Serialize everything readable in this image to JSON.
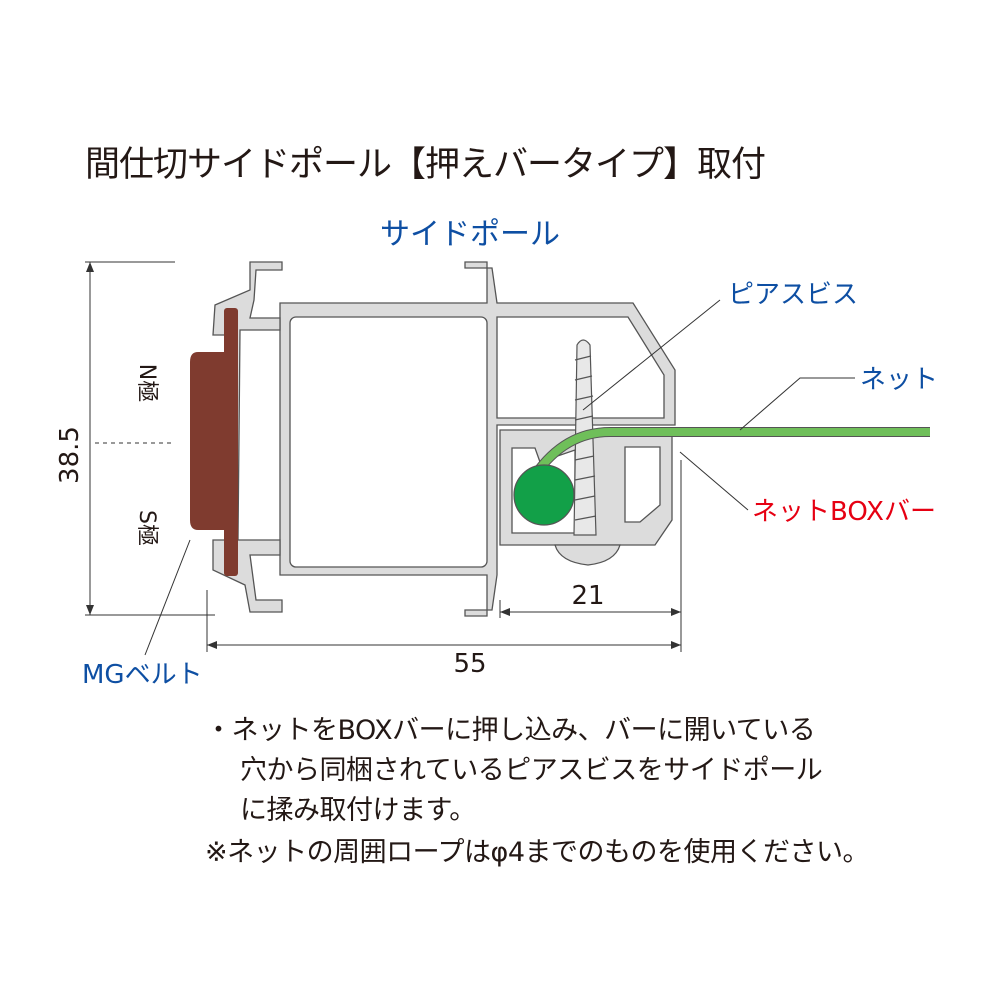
{
  "title": "間仕切サイドポール【押えバータイプ】取付",
  "labels": {
    "side_pole": "サイドポール",
    "pierce_screw": "ピアスビス",
    "net": "ネット",
    "net_box_bar": "ネットBOXバー",
    "mg_belt": "MGベルト",
    "n_pole": "N極",
    "s_pole": "S極"
  },
  "dimensions": {
    "height": "38.5",
    "width": "55",
    "box_width": "21"
  },
  "notes": [
    "・ネットをBOXバーに押し込み、バーに開いている",
    "穴から同梱されているピアスビスをサイドポール",
    "に揉み取付けます。",
    "※ネットの周囲ロープはφ4までのものを使用ください。"
  ],
  "colors": {
    "blue": "#0e4fa3",
    "red": "#e60012",
    "green": "#12a048",
    "brown": "#7f3b2f",
    "aluminum": "#d9d9d9"
  }
}
